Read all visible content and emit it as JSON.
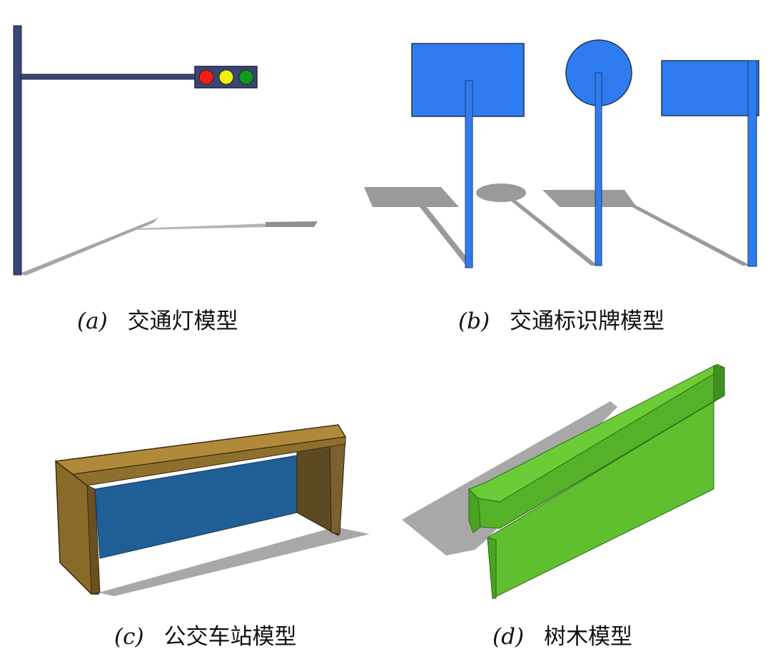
{
  "panels": [
    {
      "id": "a",
      "label": "(a)",
      "title": "交通灯模型"
    },
    {
      "id": "b",
      "label": "(b)",
      "title": "交通标识牌模型"
    },
    {
      "id": "c",
      "label": "(c)",
      "title": "公交车站模型"
    },
    {
      "id": "d",
      "label": "(d)",
      "title": "树木模型"
    }
  ],
  "colors": {
    "pole_dark": "#3a4673",
    "light_red": "#ff1a1a",
    "light_yellow": "#f2f200",
    "light_green": "#0f9a1f",
    "sign_blue": "#2f7cf0",
    "shelter_wood": "#b08a3a",
    "shelter_glass": "#1f5f95",
    "tree_green": "#5fbf2f",
    "shadow": "#9a9a9a"
  }
}
